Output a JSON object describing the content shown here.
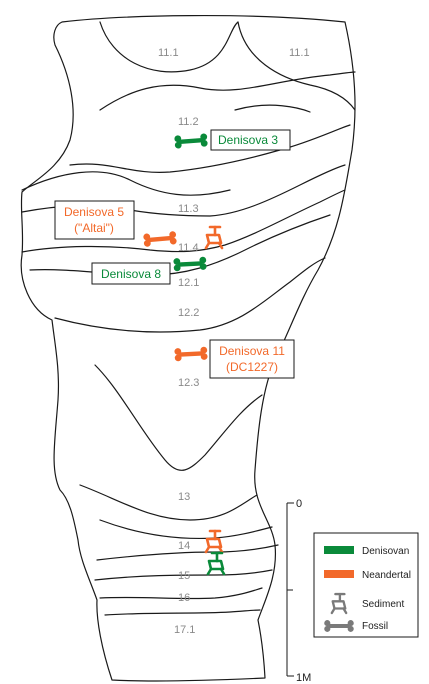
{
  "colors": {
    "denisovan": "#0a8a3a",
    "neandertal": "#f2692a",
    "sediment": "#7a7a7a",
    "fossil": "#7a7a7a",
    "layer_text": "#8a8a8a"
  },
  "layers": [
    "11.1",
    "11.1",
    "11.2",
    "11.3",
    "11.4",
    "12.1",
    "12.2",
    "12.3",
    "13",
    "14",
    "15",
    "16",
    "17.1"
  ],
  "specimens": {
    "denisova3": {
      "line1": "Denisova 3"
    },
    "denisova5": {
      "line1": "Denisova 5",
      "line2": "(\"Altai\")"
    },
    "denisova8": {
      "line1": "Denisova 8"
    },
    "denisova11": {
      "line1": "Denisova 11",
      "line2": "(DC1227)"
    }
  },
  "scale": {
    "top": "0",
    "bottom": "1M"
  },
  "legend": {
    "denisovan": "Denisovan",
    "neandertal": "Neandertal",
    "sediment": "Sediment",
    "fossil": "Fossil"
  },
  "icons": {
    "bone": "bone-icon",
    "sediment": "sediment-tube-icon"
  }
}
